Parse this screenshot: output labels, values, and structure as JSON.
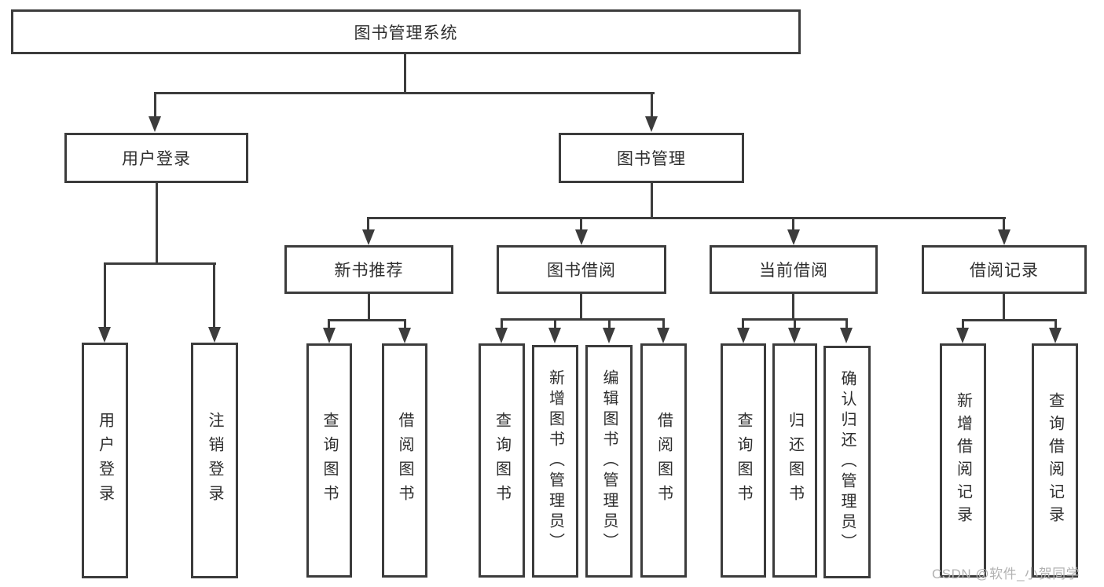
{
  "colors": {
    "line": "#3c3c3c",
    "text": "#2e2e2e",
    "watermark": "#b2b2b2",
    "background": "#ffffff"
  },
  "watermark": {
    "text": "CSDN @软件_小贺同学"
  },
  "diagram": {
    "root": {
      "label": "图书管理系统"
    },
    "level2": [
      {
        "label": "用户登录"
      },
      {
        "label": "图书管理"
      }
    ],
    "level3": [
      {
        "label": "新书推荐"
      },
      {
        "label": "图书借阅"
      },
      {
        "label": "当前借阅"
      },
      {
        "label": "借阅记录"
      }
    ],
    "leaves": [
      {
        "label": "用户登录"
      },
      {
        "label": "注销登录"
      },
      {
        "label": "查询图书"
      },
      {
        "label": "借阅图书"
      },
      {
        "label": "查询图书"
      },
      {
        "label": "新增图书（管理员）"
      },
      {
        "label": "编辑图书（管理员）"
      },
      {
        "label": "借阅图书"
      },
      {
        "label": "查询图书"
      },
      {
        "label": "归还图书"
      },
      {
        "label": "确认归还（管理员）"
      },
      {
        "label": "新增借阅记录"
      },
      {
        "label": "查询借阅记录"
      }
    ]
  }
}
